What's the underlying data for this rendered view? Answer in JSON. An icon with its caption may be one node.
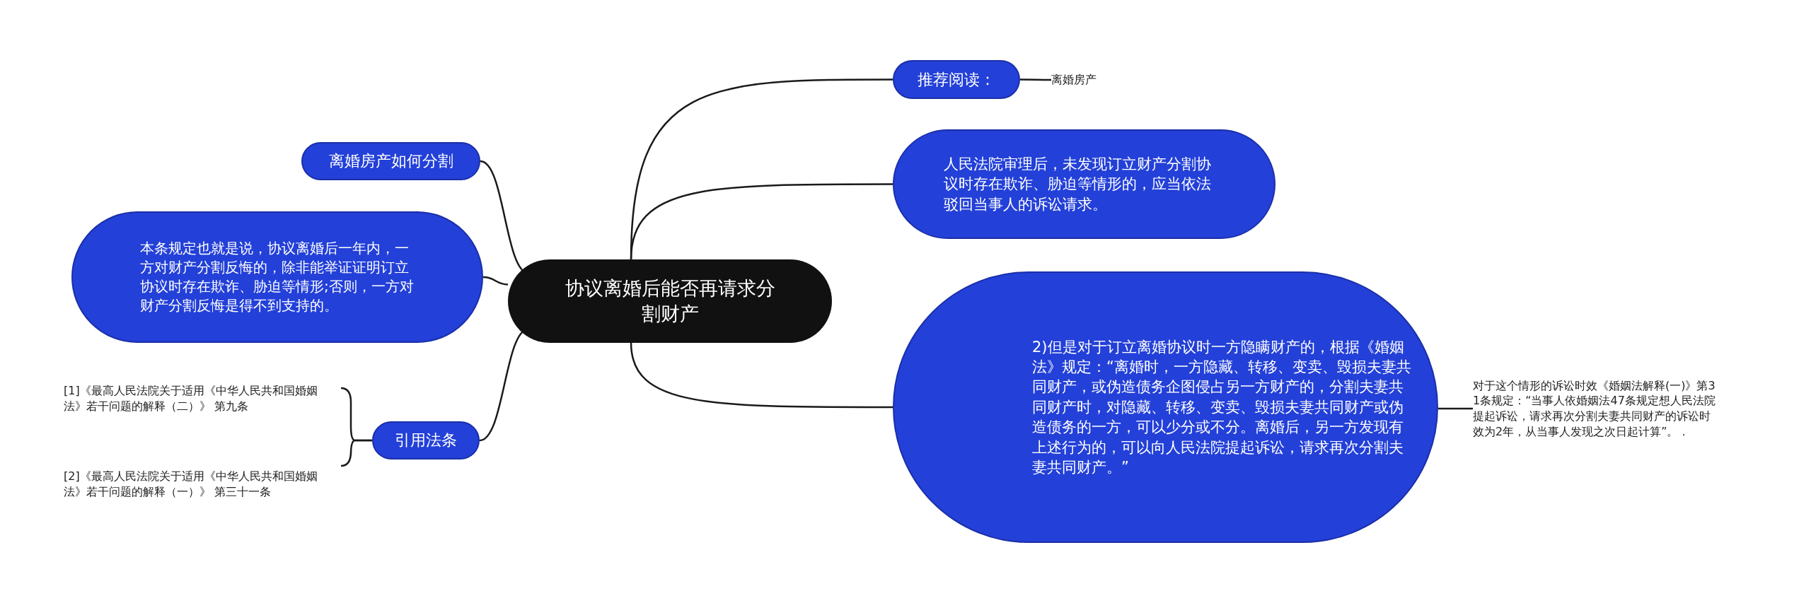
{
  "diagram": {
    "nodes": [
      {
        "text": [
          "协议离婚后能否再请求分割财产"
        ]
      },
      {
        "text": [
          "推荐阅读："
        ]
      },
      {
        "text": [
          "离婚房产"
        ]
      },
      {
        "text": [
          "人民法院审理后，未发现订立财产分割协议时存在欺诈、胁迫等情形的，应当依法驳回当事人的诉讼请求。"
        ]
      },
      {
        "text": [
          "2)但是对于订立离婚协议时一方隐瞒财产的，根据《婚姻法》规定：“离婚时，一方隐藏、转移、变卖、毁损夫妻共同财产，或伪造债务企图侵占另一方财产的，分割夫妻共同财产时，对隐藏、转移、变卖、毁损夫妻共同财产或伪造债务的一方，可以少分或不分。离婚后，另一方发现有上述行为的，可以向人民法院提起诉讼，请求再次分割夫妻共同财产。”"
        ]
      },
      {
        "text": [
          "对于这个情形的诉讼时效《婚姻法解释(一)》第31条规定：“当事人依婚姻法47条规定想人民法院提起诉讼，请求再次分割夫妻共同财产的诉讼时效为2年，从当事人发现之次日起计算”。．"
        ]
      },
      {
        "text": [
          "离婚房产如何分割"
        ]
      },
      {
        "text": [
          "本条规定也就是说，协议离婚后一年内，一方对财产分割反悔的，除非能举证证明订立协议时存在欺诈、胁迫等情形;否则，一方对财产分割反悔是得不到支持的。"
        ]
      },
      {
        "text": [
          "引用法条"
        ]
      },
      {
        "text": [
          "[1]《最高人民法院关于适用《中华人民共和国婚姻法》若干问题的解释（二）》 第九条"
        ]
      },
      {
        "text": [
          "[2]《最高人民法院关于适用《中华人民共和国婚姻法》若干问题的解释（一）》 第三十一条"
        ]
      }
    ],
    "edges": [
      {
        "from": 0,
        "to": 1,
        "arrow": "none"
      },
      {
        "from": 1,
        "to": 2,
        "arrow": "none"
      },
      {
        "from": 0,
        "to": 3,
        "arrow": "none"
      },
      {
        "from": 0,
        "to": 4,
        "arrow": "none"
      },
      {
        "from": 4,
        "to": 5,
        "arrow": "none"
      },
      {
        "from": 0,
        "to": 6,
        "arrow": "none"
      },
      {
        "from": 0,
        "to": 7,
        "arrow": "none"
      },
      {
        "from": 0,
        "to": 8,
        "arrow": "none"
      },
      {
        "from": 8,
        "to": 9,
        "arrow": "none"
      },
      {
        "from": 8,
        "to": 10,
        "arrow": "none"
      }
    ]
  }
}
